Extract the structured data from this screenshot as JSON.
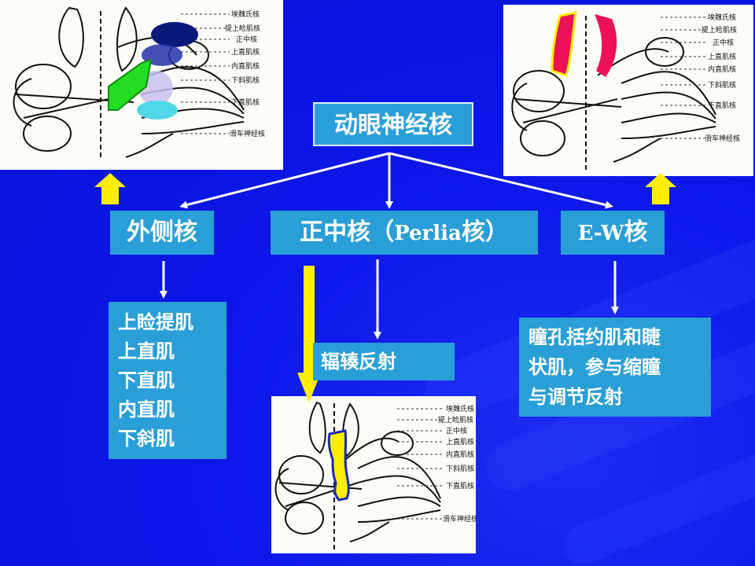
{
  "title": "动眼神经核",
  "branches": {
    "lateral": "外侧核",
    "median_prefix": "正中核（",
    "median_latin": "Perlia",
    "median_suffix": "核）",
    "ew_latin": "E-W",
    "ew_suffix": "核"
  },
  "lateral_targets": [
    "上睑提肌",
    "上直肌",
    "下直肌",
    "内直肌",
    "下斜肌"
  ],
  "median_target": "辐辏反射",
  "ew_target": [
    "瞳孔括约肌和睫",
    "状肌，参与缩瞳",
    "与调节反射"
  ],
  "diagram_labels": {
    "top_left": [
      "埃魏氏核",
      "提上睑肌核",
      "正中核",
      "上直肌核",
      "内直肌核",
      "下斜肌核",
      "下直肌核",
      "滑车神经核"
    ],
    "top_right": [
      "埃魏氏核",
      "提上睑肌核",
      "正中核",
      "上直肌核",
      "内直肌核",
      "下斜肌核",
      "下直肌核",
      "滑车神经核"
    ],
    "bottom": [
      "埃魏氏核",
      "提上睑肌核",
      "正中核",
      "上直肌核",
      "内直肌核",
      "下斜肌核",
      "下直肌核",
      "滑车神经核"
    ]
  },
  "colors": {
    "background": "#0a14e6",
    "box": "#2a9ed6",
    "arrow_white": "#ffffff",
    "arrow_yellow": "#ffee00",
    "highlight_green": "#22dd22",
    "highlight_red": "#ee1155",
    "highlight_yellow": "#ffee00",
    "nucleus_navy": "#0a1a7a",
    "nucleus_cyan": "#4fd8e8"
  }
}
